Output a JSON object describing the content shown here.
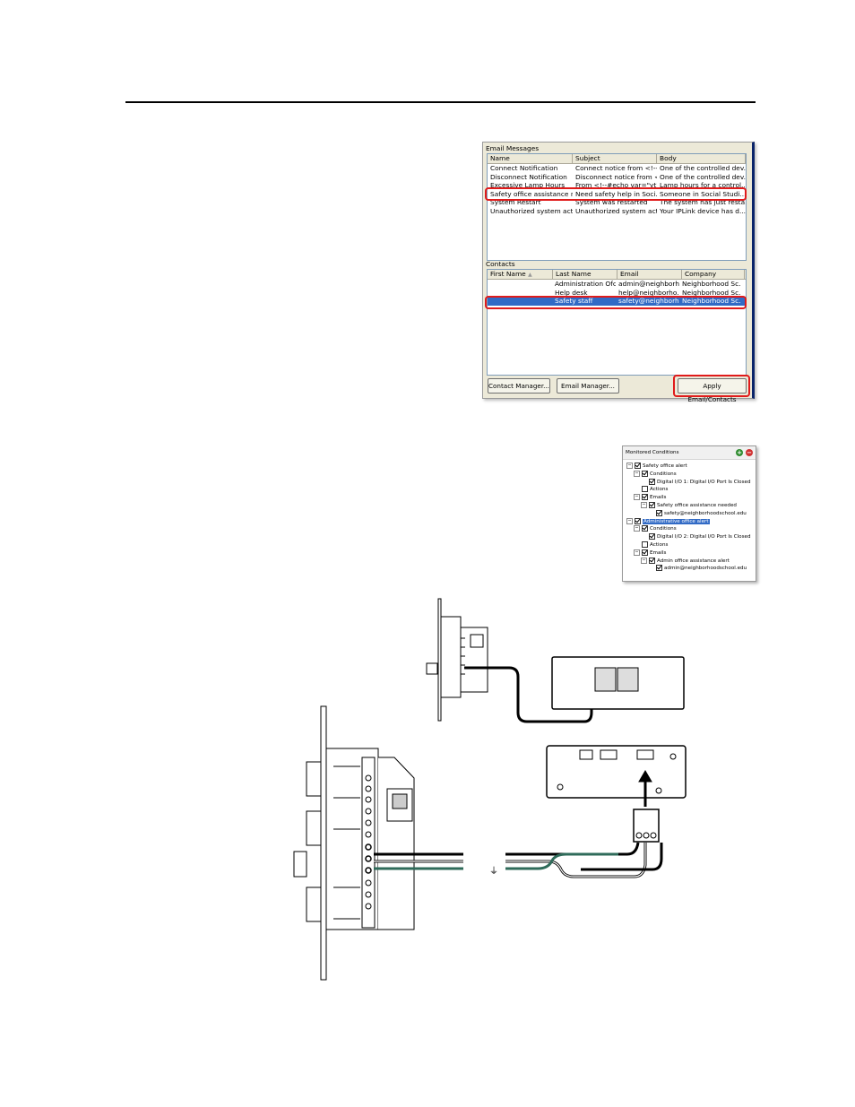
{
  "email_panel": {
    "messages_title": "Email Messages",
    "messages_columns": [
      "Name",
      "Subject",
      "Body"
    ],
    "messages": [
      [
        "Connect Notification",
        "Connect notice from <!--#...",
        "One of the controlled dev..."
      ],
      [
        "Disconnect Notification",
        "Disconnect notice from <...",
        "One of the controlled dev..."
      ],
      [
        "Excessive Lamp Hours",
        "From <!--#echo var=\"yt\"...",
        "Lamp hours for a control..."
      ],
      [
        "Safety office assistance n...",
        "Need safety help in Soci...",
        "Someone in Social Studi..."
      ],
      [
        "System Restart",
        "System was restarted",
        "The system has just resta..."
      ],
      [
        "Unauthorized system activity",
        "Unauthorized system acti...",
        "Your IPLink device has d..."
      ]
    ],
    "contacts_title": "Contacts",
    "contacts_columns": [
      "First Name",
      "Last Name",
      "Email",
      "Company"
    ],
    "contacts": [
      [
        "",
        "Administration Ofc",
        "admin@neighborh...",
        "Neighborhood Sc..."
      ],
      [
        "",
        "Help desk",
        "help@neighborho...",
        "Neighborhood Sc..."
      ],
      [
        "",
        "Safety staff",
        "safety@neighborh...",
        "Neighborhood Sc..."
      ]
    ],
    "buttons": {
      "contact_manager": "Contact Manager...",
      "email_manager": "Email Manager...",
      "apply": "Apply Email/Contacts"
    }
  },
  "monitored": {
    "title": "Monitored Conditions",
    "items": [
      {
        "text": "Safety office alert",
        "level": 0,
        "twisty": "−",
        "checked": true
      },
      {
        "text": "Conditions",
        "level": 1,
        "twisty": "−",
        "checked": true
      },
      {
        "text": "Digital I/O 1: Digital I/O Port Is Closed",
        "level": 2,
        "twisty": "",
        "checked": true
      },
      {
        "text": "Actions",
        "level": 1,
        "twisty": "",
        "checked": false
      },
      {
        "text": "Emails",
        "level": 1,
        "twisty": "−",
        "checked": true
      },
      {
        "text": "Safety office assistance needed",
        "level": 2,
        "twisty": "−",
        "checked": true
      },
      {
        "text": "safety@neighborhoodschool.edu",
        "level": 3,
        "twisty": "",
        "checked": true
      },
      {
        "text": "Administrative office alert",
        "level": 0,
        "twisty": "−",
        "checked": true,
        "selected": true
      },
      {
        "text": "Conditions",
        "level": 1,
        "twisty": "−",
        "checked": true
      },
      {
        "text": "Digital I/O 2: Digital I/O Port Is Closed",
        "level": 2,
        "twisty": "",
        "checked": true
      },
      {
        "text": "Actions",
        "level": 1,
        "twisty": "",
        "checked": false
      },
      {
        "text": "Emails",
        "level": 1,
        "twisty": "−",
        "checked": true
      },
      {
        "text": "Admin office assistance alert",
        "level": 2,
        "twisty": "−",
        "checked": true
      },
      {
        "text": "admin@neighborhoodschool.edu",
        "level": 3,
        "twisty": "",
        "checked": true
      }
    ]
  },
  "diagram": {
    "ground_symbol": "⏚"
  }
}
